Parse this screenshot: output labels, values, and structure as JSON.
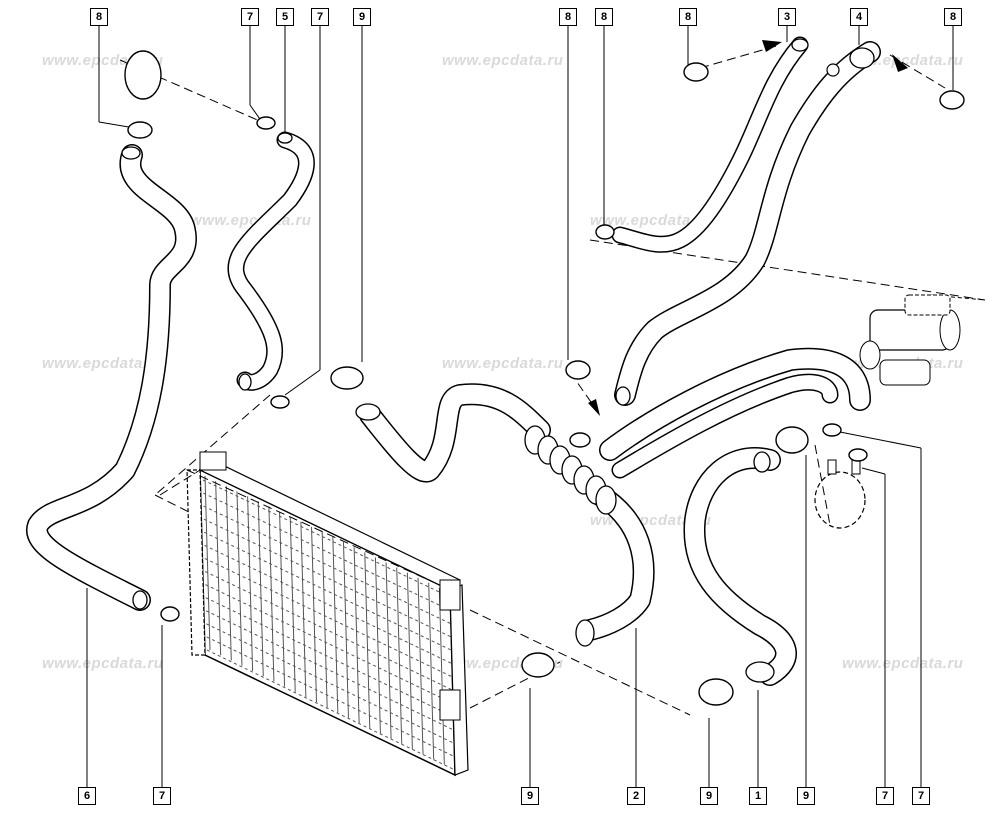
{
  "watermark": "www.epcdata.ru",
  "callouts": {
    "c_top_8_left": "8",
    "c_top_7_a": "7",
    "c_top_5": "5",
    "c_top_7_b": "7",
    "c_top_9": "9",
    "c_top_8_mid": "8",
    "c_top_8_mid2": "8",
    "c_top_8_right": "8",
    "c_top_3": "3",
    "c_top_4": "4",
    "c_top_8_far": "8",
    "c_bot_6": "6",
    "c_bot_7_a": "7",
    "c_bot_9_a": "9",
    "c_bot_2": "2",
    "c_bot_9_b": "9",
    "c_bot_1": "1",
    "c_bot_9_c": "9",
    "c_bot_7_b": "7",
    "c_bot_7_c": "7"
  }
}
